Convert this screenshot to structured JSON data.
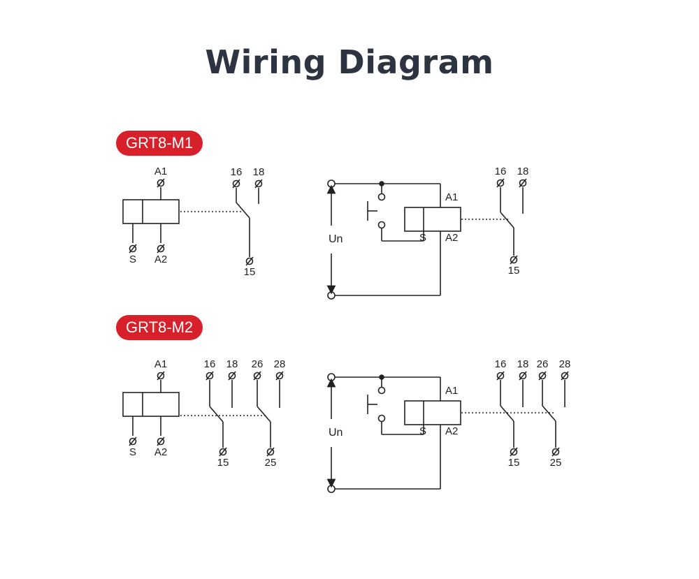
{
  "title": "Wiring Diagram",
  "models": [
    {
      "name": "GRT8-M1",
      "left": {
        "a1": "A1",
        "s": "S",
        "a2": "A2",
        "contacts": [
          {
            "no": "16",
            "nc": "18",
            "com": "15"
          }
        ]
      },
      "right": {
        "voltage": "Un",
        "a1": "A1",
        "s": "S",
        "a2": "A2",
        "contacts": [
          {
            "no": "16",
            "nc": "18",
            "com": "15"
          }
        ]
      }
    },
    {
      "name": "GRT8-M2",
      "left": {
        "a1": "A1",
        "s": "S",
        "a2": "A2",
        "contacts": [
          {
            "no": "16",
            "nc": "18",
            "com": "15"
          },
          {
            "no": "26",
            "nc": "28",
            "com": "25"
          }
        ]
      },
      "right": {
        "voltage": "Un",
        "a1": "A1",
        "s": "S",
        "a2": "A2",
        "contacts": [
          {
            "no": "16",
            "nc": "18",
            "com": "15"
          },
          {
            "no": "26",
            "nc": "28",
            "com": "25"
          }
        ]
      }
    }
  ],
  "colors": {
    "badge": "#d8202a",
    "title": "#2d3340",
    "line": "#222222"
  }
}
